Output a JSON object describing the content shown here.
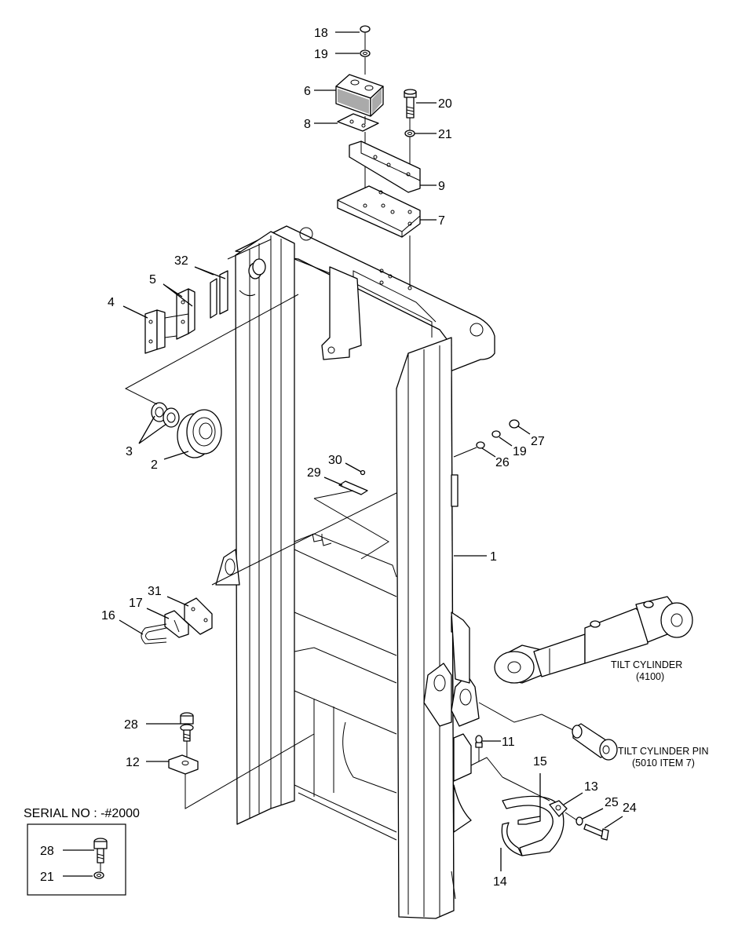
{
  "diagram": {
    "callouts": [
      {
        "id": "18",
        "label": "18"
      },
      {
        "id": "19a",
        "label": "19"
      },
      {
        "id": "6",
        "label": "6"
      },
      {
        "id": "20",
        "label": "20"
      },
      {
        "id": "8",
        "label": "8"
      },
      {
        "id": "21a",
        "label": "21"
      },
      {
        "id": "9",
        "label": "9"
      },
      {
        "id": "7",
        "label": "7"
      },
      {
        "id": "32",
        "label": "32"
      },
      {
        "id": "5",
        "label": "5"
      },
      {
        "id": "4",
        "label": "4"
      },
      {
        "id": "3",
        "label": "3"
      },
      {
        "id": "2",
        "label": "2"
      },
      {
        "id": "30",
        "label": "30"
      },
      {
        "id": "29",
        "label": "29"
      },
      {
        "id": "27",
        "label": "27"
      },
      {
        "id": "19b",
        "label": "19"
      },
      {
        "id": "26",
        "label": "26"
      },
      {
        "id": "1",
        "label": "1"
      },
      {
        "id": "31",
        "label": "31"
      },
      {
        "id": "17",
        "label": "17"
      },
      {
        "id": "16",
        "label": "16"
      },
      {
        "id": "28a",
        "label": "28"
      },
      {
        "id": "12",
        "label": "12"
      },
      {
        "id": "11",
        "label": "11"
      },
      {
        "id": "15",
        "label": "15"
      },
      {
        "id": "13",
        "label": "13"
      },
      {
        "id": "25",
        "label": "25"
      },
      {
        "id": "24",
        "label": "24"
      },
      {
        "id": "14",
        "label": "14"
      },
      {
        "id": "28b",
        "label": "28"
      },
      {
        "id": "21b",
        "label": "21"
      }
    ],
    "tilt_cylinder": {
      "line1": "TILT CYLINDER",
      "line2": "(4100)"
    },
    "tilt_cylinder_pin": {
      "line1": "TILT CYLINDER PIN",
      "line2": "(5010 ITEM 7)"
    },
    "serial_box": {
      "title": "SERIAL NO : -#2000"
    }
  }
}
